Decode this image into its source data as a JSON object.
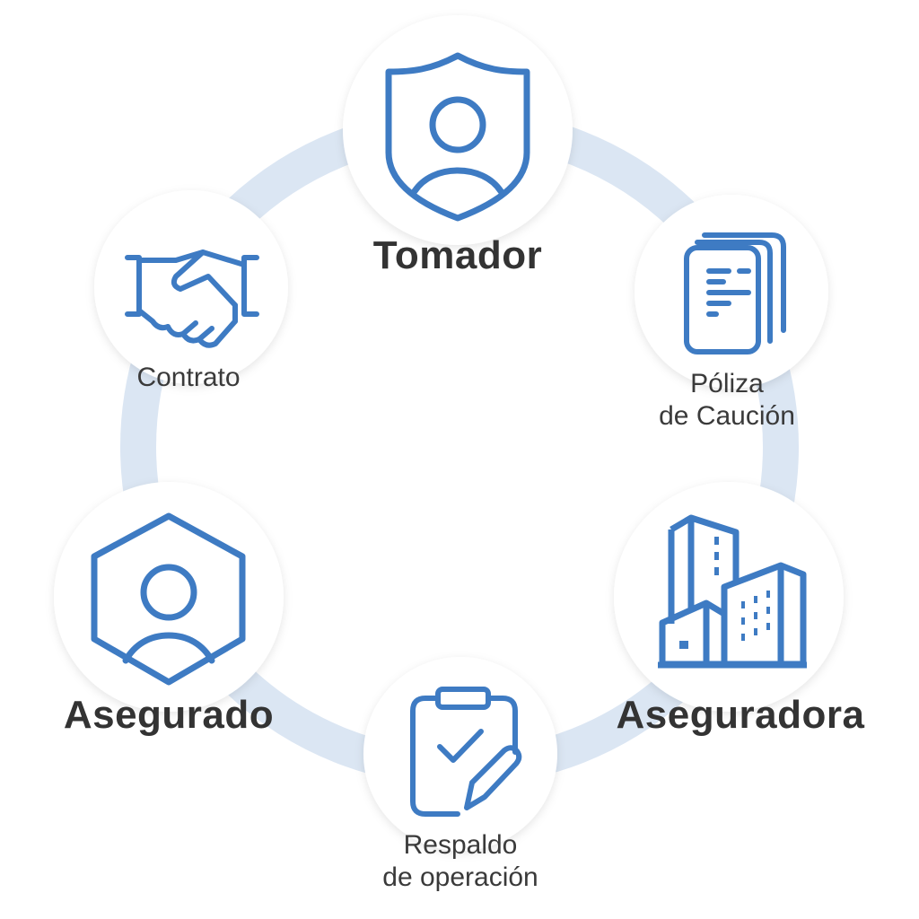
{
  "colors": {
    "ring": "#dbe6f3",
    "node_fill": "#ffffff",
    "icon_stroke": "#3e7bc3",
    "text_bold": "#333333",
    "text_regular": "#3a3a3a"
  },
  "nodes": [
    {
      "id": "tomador",
      "label": "Tomador",
      "icon": "shield-user-icon"
    },
    {
      "id": "poliza",
      "label_line1": "Póliza",
      "label_line2": "de Caución",
      "icon": "documents-icon"
    },
    {
      "id": "aseguradora",
      "label": "Aseguradora",
      "icon": "buildings-icon"
    },
    {
      "id": "respaldo",
      "label_line1": "Respaldo",
      "label_line2": "de operación",
      "icon": "clipboard-check-pen-icon"
    },
    {
      "id": "asegurado",
      "label": "Asegurado",
      "icon": "hexagon-user-icon"
    },
    {
      "id": "contrato",
      "label": "Contrato",
      "icon": "handshake-icon"
    }
  ]
}
